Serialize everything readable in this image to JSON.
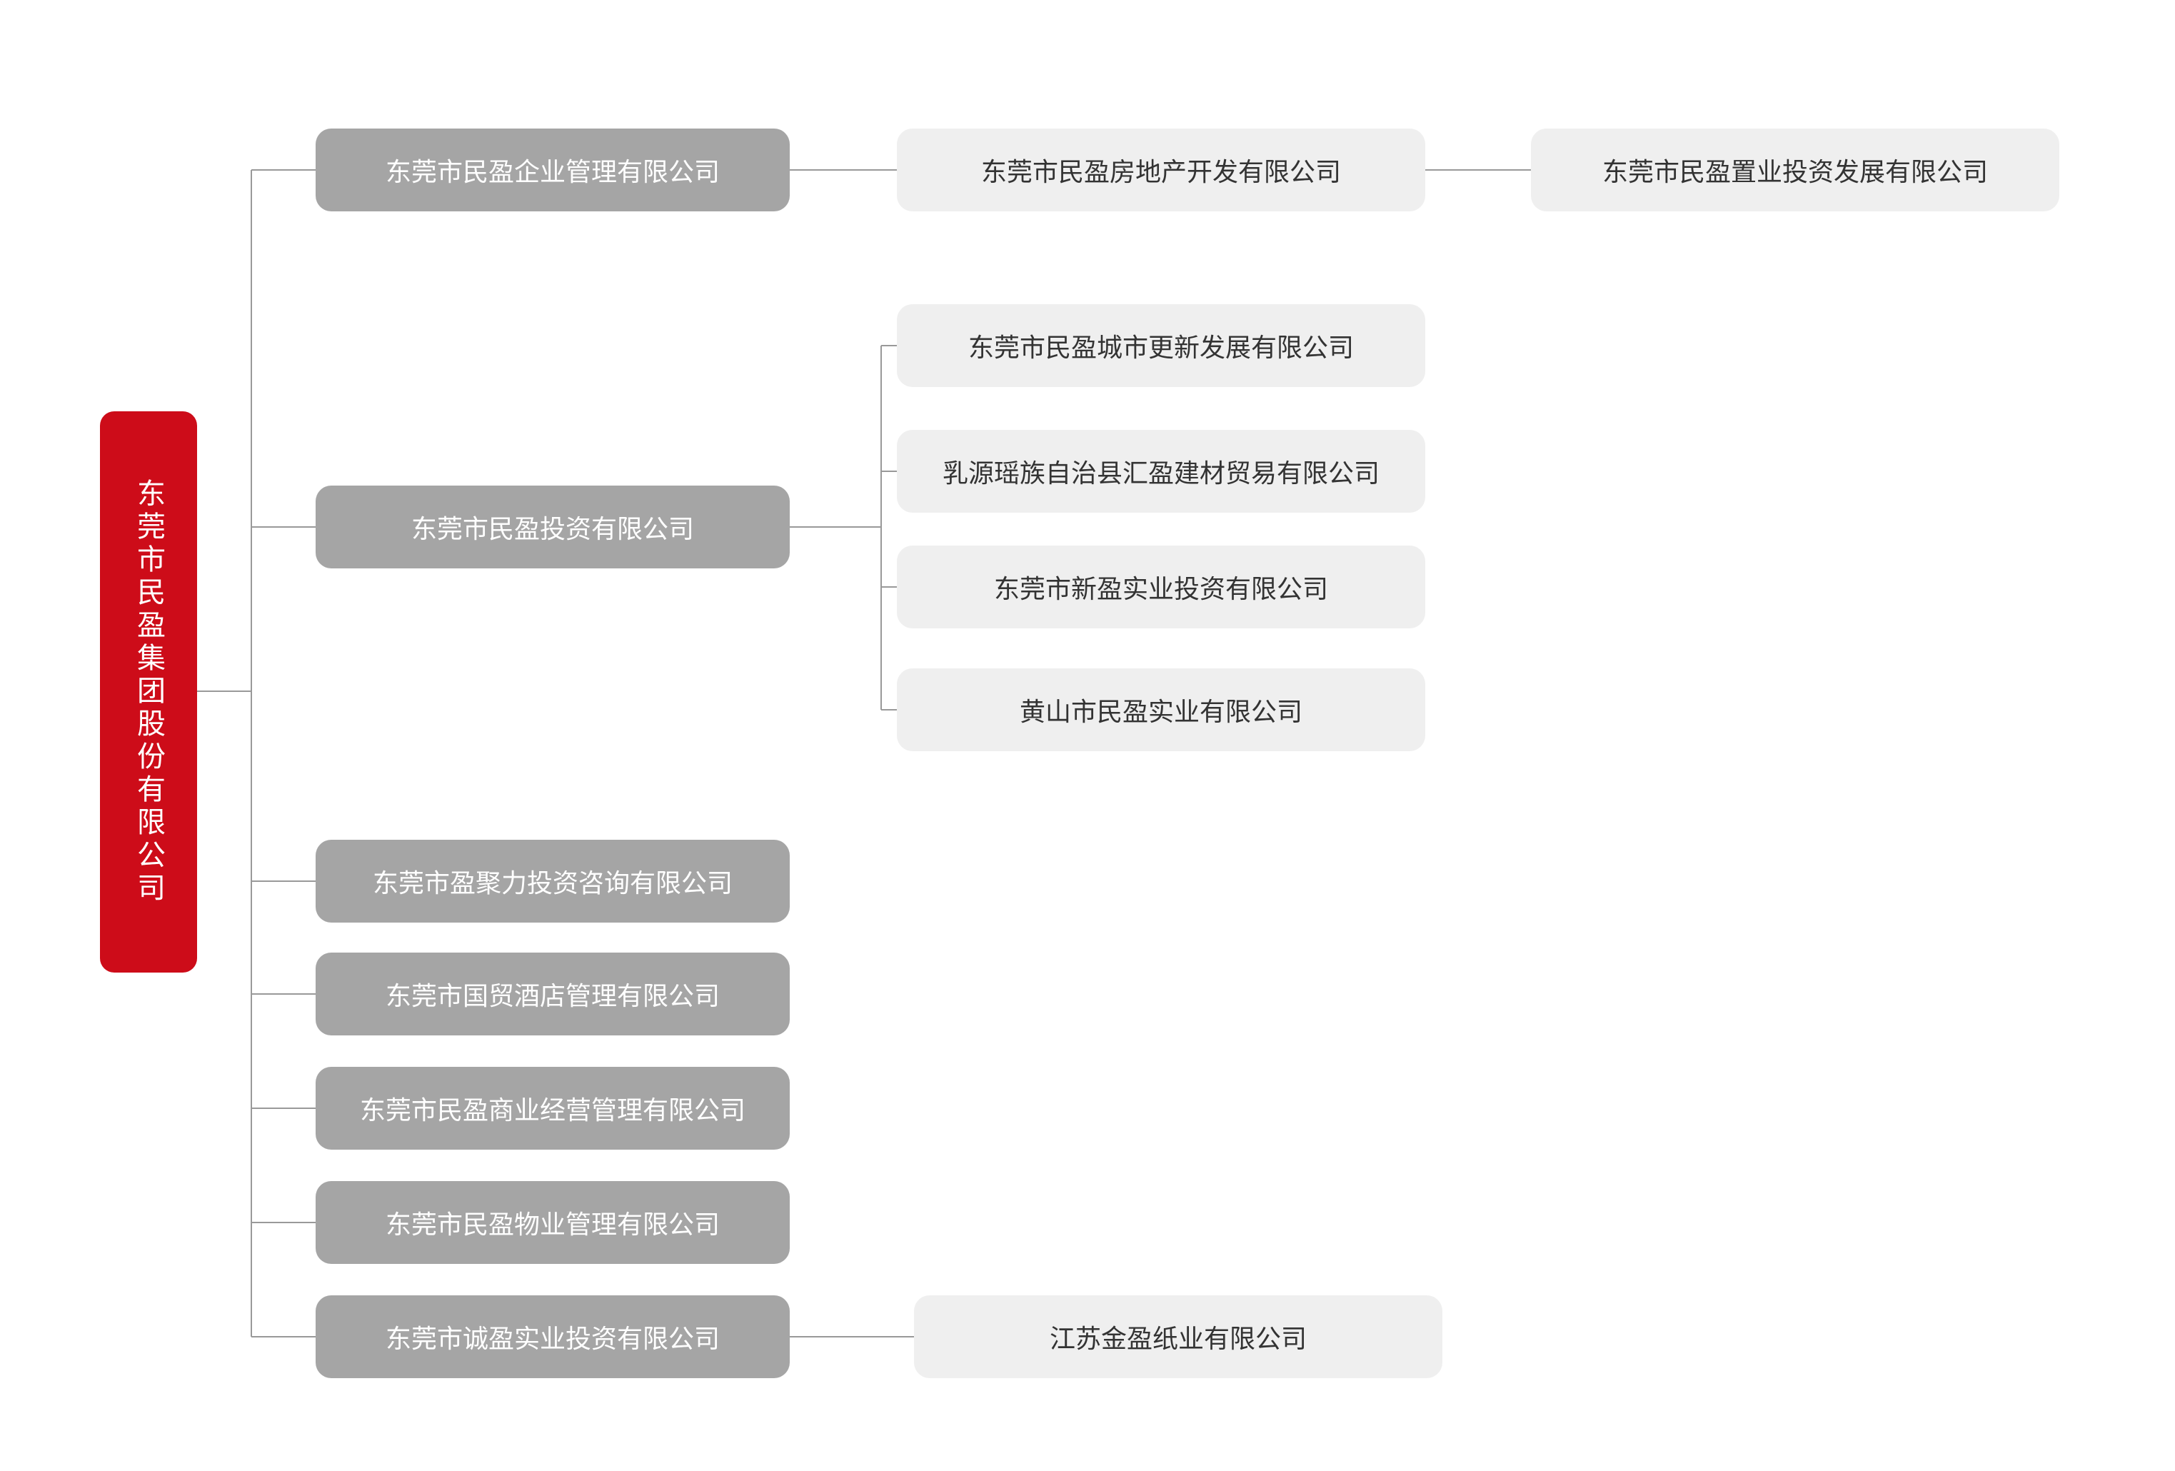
{
  "root": {
    "label": "东莞市民盈集团股份有限公司"
  },
  "level1": [
    {
      "label": "东莞市民盈企业管理有限公司"
    },
    {
      "label": "东莞市民盈投资有限公司"
    },
    {
      "label": "东莞市盈聚力投资咨询有限公司"
    },
    {
      "label": "东莞市国贸酒店管理有限公司"
    },
    {
      "label": "东莞市民盈商业经营管理有限公司"
    },
    {
      "label": "东莞市民盈物业管理有限公司"
    },
    {
      "label": "东莞市诚盈实业投资有限公司"
    }
  ],
  "level2": [
    {
      "label": "东莞市民盈房地产开发有限公司"
    },
    {
      "label": "东莞市民盈城市更新发展有限公司"
    },
    {
      "label": "乳源瑶族自治县汇盈建材贸易有限公司"
    },
    {
      "label": "东莞市新盈实业投资有限公司"
    },
    {
      "label": "黄山市民盈实业有限公司"
    },
    {
      "label": "江苏金盈纸业有限公司"
    }
  ],
  "level3": [
    {
      "label": "东莞市民盈置业投资发展有限公司"
    }
  ],
  "colors": {
    "root_fill": "#cd0c19",
    "level1_fill": "#a5a5a5",
    "level2_fill": "#efefef",
    "connector": "#999999"
  }
}
